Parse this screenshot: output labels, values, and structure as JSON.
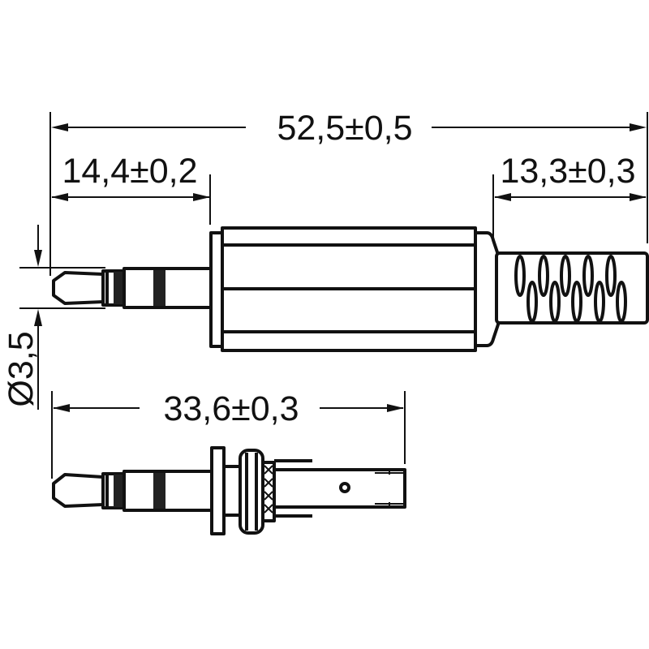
{
  "drawing": {
    "subject": "3.5mm stereo jack plug (TRS) technical drawing",
    "line_color": "#111111",
    "band_color": "#222222",
    "background": "#ffffff"
  },
  "dimensions": {
    "overall_length": "52,5±0,5",
    "plug_length": "14,4±0,2",
    "strain_relief_length": "13,3±0,3",
    "diameter": "Ø3,5",
    "inner_assembly_length": "33,6±0,3"
  },
  "views": [
    {
      "name": "assembled-view",
      "description": "Plug with cylindrical housing and strain relief"
    },
    {
      "name": "internal-view",
      "description": "Plug without housing showing solder terminals"
    }
  ]
}
